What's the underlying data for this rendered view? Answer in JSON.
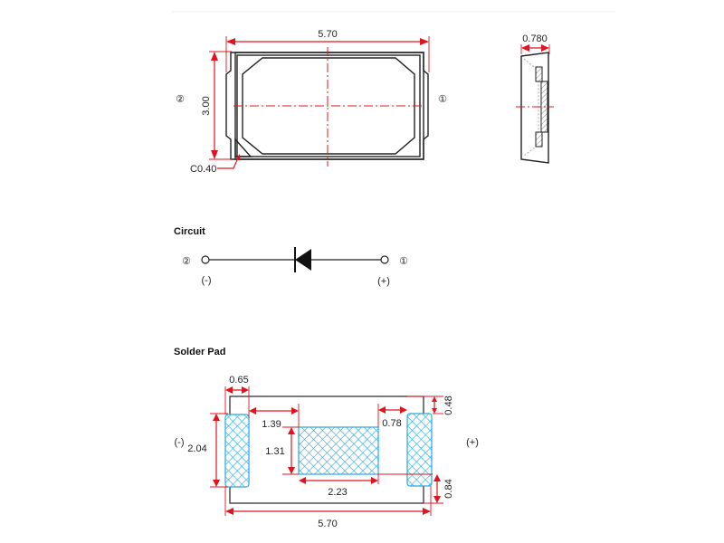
{
  "top_view": {
    "width_dim": "5.70",
    "height_dim": "3.00",
    "chamfer_dim": "C0.40",
    "pin2_label": "②",
    "pin1_label": "①"
  },
  "side_view": {
    "thickness_dim": "0.780"
  },
  "circuit": {
    "heading": "Circuit",
    "pin2_label": "②",
    "pin1_label": "①",
    "cathode_label": "(-)",
    "anode_label": "(+)"
  },
  "solder_pad": {
    "heading": "Solder Pad",
    "dims": {
      "pad_width": "0.65",
      "pad_height": "2.04",
      "gap_left": "1.39",
      "center_height": "1.31",
      "center_width": "2.23",
      "gap_right": "0.78",
      "top_offset": "0.48",
      "bottom_offset": "0.84",
      "total_width": "5.70"
    },
    "minus_label": "(-)",
    "plus_label": "(+)"
  },
  "colors": {
    "dimension": "#e0141e",
    "pad": "#29a8e0"
  }
}
